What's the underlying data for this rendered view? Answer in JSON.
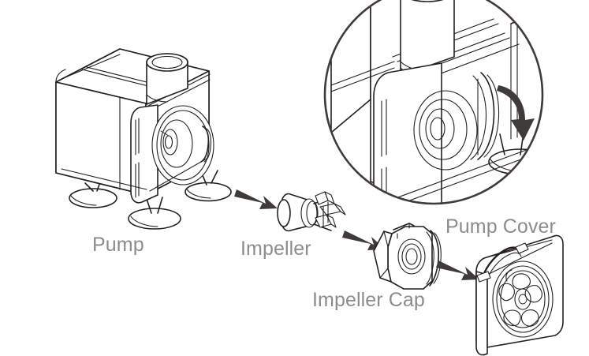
{
  "figure": {
    "kind": "exploded-assembly-diagram",
    "subject": "Aquarium water pump disassembly",
    "background_color": "#ffffff",
    "line_color": "#231f20",
    "label_color": "#8c8c8c",
    "arrow_color": "#3f3b39"
  },
  "labels": {
    "pump": "Pump",
    "impeller": "Impeller",
    "impeller_cap": "Impeller Cap",
    "pump_cover": "Pump Cover"
  },
  "parts": [
    {
      "id": "pump",
      "label": "Pump",
      "icon": "pump-body-icon"
    },
    {
      "id": "impeller",
      "label": "Impeller",
      "icon": "impeller-rotor-icon"
    },
    {
      "id": "impeller-cap",
      "label": "Impeller Cap",
      "icon": "impeller-cap-icon"
    },
    {
      "id": "pump-cover",
      "label": "Pump Cover",
      "icon": "pump-cover-grille-icon"
    }
  ],
  "arrows": [
    {
      "id": "arrow-pump-to-impeller",
      "from": "pump",
      "to": "impeller",
      "direction": "down-right"
    },
    {
      "id": "arrow-impeller-to-cap",
      "from": "impeller",
      "to": "impeller-cap",
      "direction": "down-right"
    },
    {
      "id": "arrow-cap-to-cover",
      "from": "impeller-cap",
      "to": "pump-cover",
      "direction": "down-right"
    },
    {
      "id": "arrow-detail-rotate",
      "from": "detail-inset",
      "to": "detail-inset",
      "direction": "down-curved"
    }
  ],
  "detail_inset": {
    "id": "detail-inset",
    "shape": "circle",
    "content": "magnified view of pump front cover latch release"
  }
}
